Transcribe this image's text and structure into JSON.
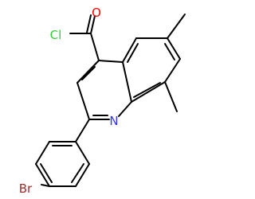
{
  "diagram": {
    "type": "chemical-structure",
    "atom_labels": {
      "oxygen": "O",
      "chlorine": "Cl",
      "nitrogen": "N",
      "bromine": "Br"
    },
    "colors": {
      "bond": "#000000",
      "oxygen": "#ff0000",
      "chlorine": "#33cc33",
      "nitrogen": "#3333ff",
      "bromine": "#a52a2a"
    }
  }
}
